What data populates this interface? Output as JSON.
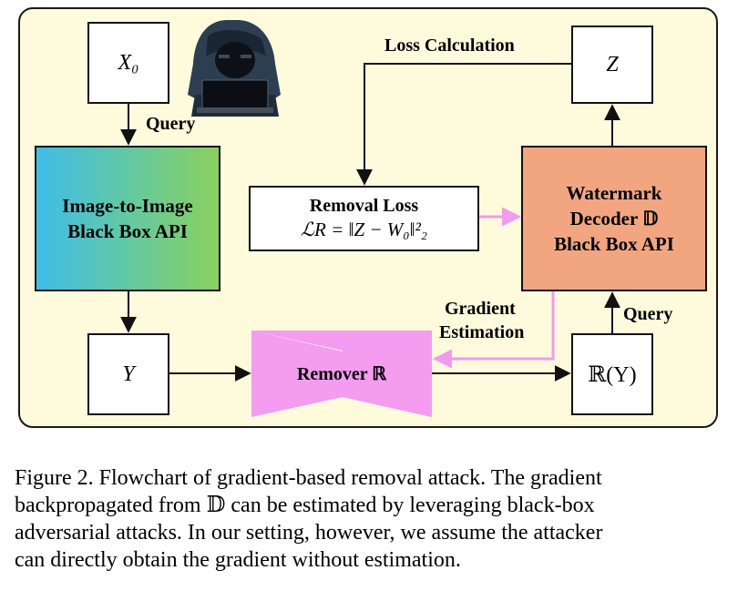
{
  "nodes": {
    "x0": "X₀",
    "z": "Z",
    "y": "Y",
    "ry": "ℝ(Y)",
    "api_line1": "Image-to-Image",
    "api_line2": "Black Box API",
    "decoder_line1": "Watermark",
    "decoder_line2": "Decoder 𝔻",
    "decoder_line3": "Black Box API",
    "loss_title": "Removal Loss",
    "loss_formula": "ℒR = ‖Z − W₀‖²₂",
    "remover": "Remover ℝ"
  },
  "edges": {
    "query_left": "Query",
    "query_right": "Query",
    "loss_calc": "Loss Calculation",
    "gradient_line1": "Gradient",
    "gradient_line2": "Estimation"
  },
  "colors": {
    "background": "#fdfbdb",
    "decoder": "#f2a67f",
    "remover": "#f39cf0",
    "gradient_arrow": "#f399f0",
    "api_gradient": [
      "#3fbde8",
      "#8ad05c"
    ]
  },
  "icons": {
    "attacker": "hooded-hacker-icon"
  },
  "caption": {
    "line1": "Figure 2. Flowchart of gradient-based removal attack. The gradient",
    "line2": "backpropagated from 𝔻 can be estimated by leveraging black-box",
    "line3": "adversarial attacks. In our setting, however, we assume the attacker",
    "line4": "can directly obtain the gradient without estimation."
  }
}
